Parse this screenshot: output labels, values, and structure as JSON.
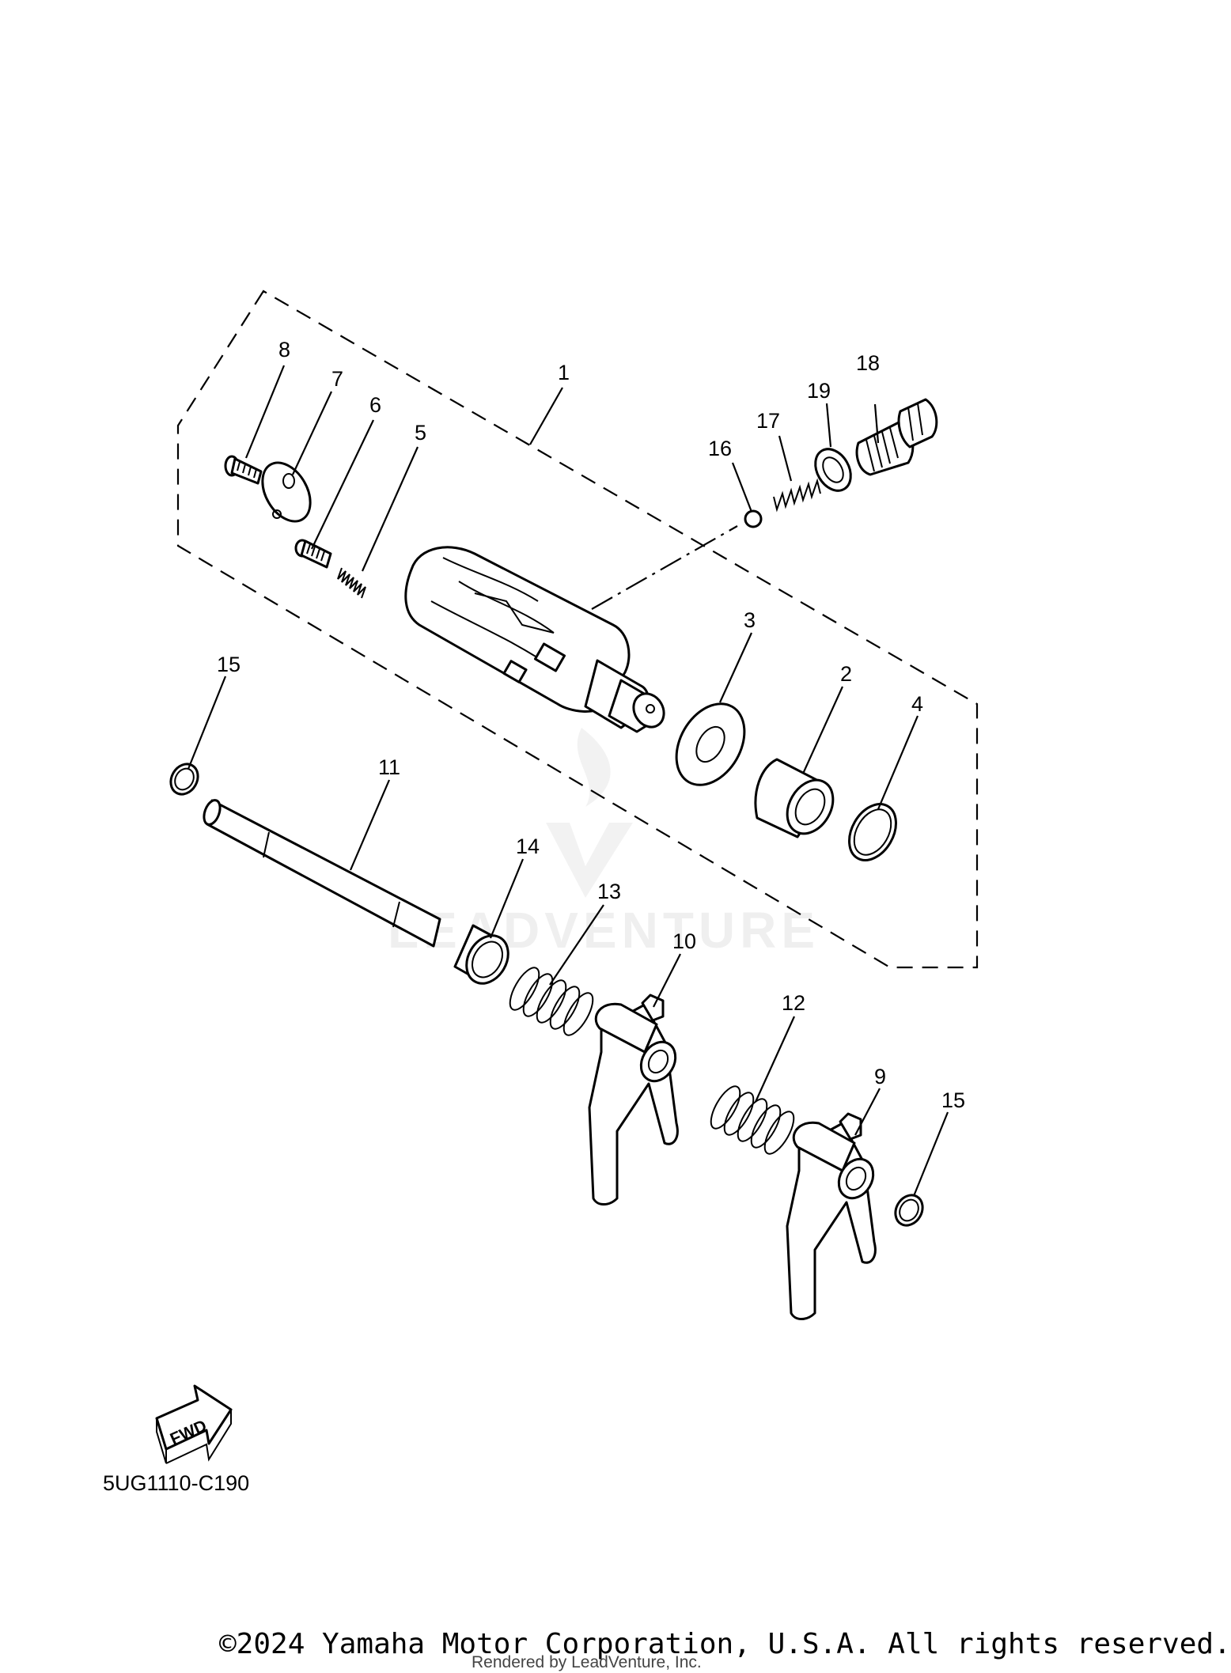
{
  "diagram": {
    "code": "5UG1110-C190",
    "copyright": "©2024 Yamaha Motor Corporation, U.S.A. All rights reserved.",
    "rendered_by": "Rendered by LeadVenture, Inc.",
    "watermark": "LEADVENTURE",
    "fwd_label": "FWD",
    "callouts": {
      "c1": "1",
      "c2": "2",
      "c3": "3",
      "c4": "4",
      "c5": "5",
      "c6": "6",
      "c7": "7",
      "c8": "8",
      "c9": "9",
      "c10": "10",
      "c11": "11",
      "c12": "12",
      "c13": "13",
      "c14": "14",
      "c15a": "15",
      "c15b": "15",
      "c16": "16",
      "c17": "17",
      "c18": "18",
      "c19": "19"
    }
  }
}
